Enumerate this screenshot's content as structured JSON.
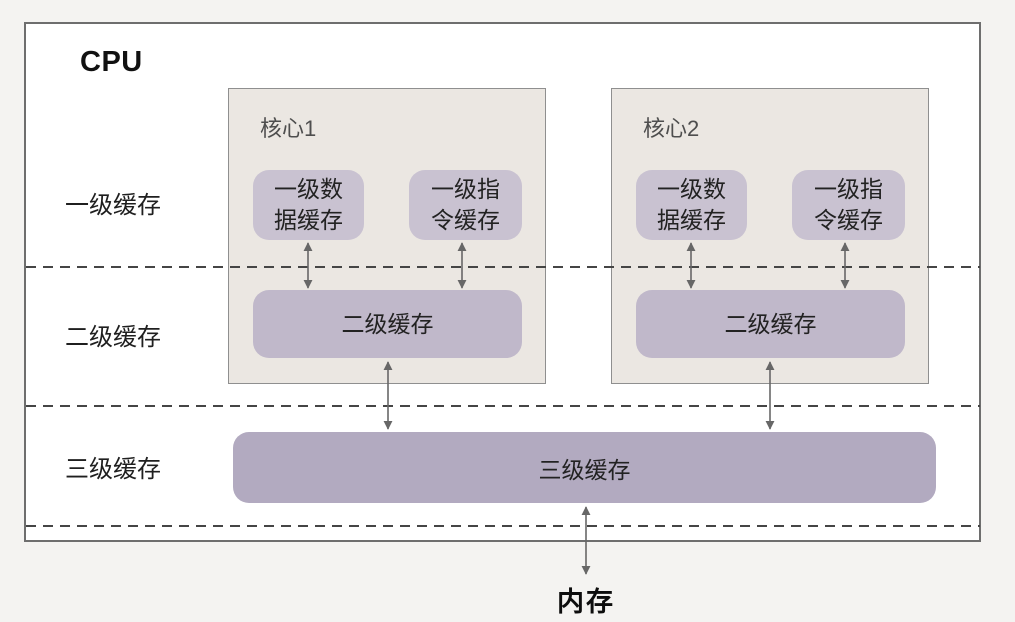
{
  "diagram": {
    "cpu_label": "CPU",
    "row_labels": {
      "l1": "一级缓存",
      "l2": "二级缓存",
      "l3": "三级缓存"
    },
    "cores": [
      {
        "name": "核心1",
        "l1_data": "一级数据缓存",
        "l1_instr": "一级指令缓存",
        "l2": "二级缓存"
      },
      {
        "name": "核心2",
        "l1_data": "一级数据缓存",
        "l1_instr": "一级指令缓存",
        "l2": "二级缓存"
      }
    ],
    "l3_label": "三级缓存",
    "memory_label": "内存",
    "colors": {
      "page_background": "#f4f3f1",
      "cpu_box_background": "#ffffff",
      "cpu_box_border": "#6e6e6e",
      "core_background": "#ebe7e2",
      "core_border": "#8f8f8f",
      "l1_cache_fill": "#c9c2d1",
      "l2_cache_fill": "#c0b8ca",
      "l3_cache_fill": "#b2aac0",
      "arrow": "#676767",
      "dashed_line": "#454545",
      "text": "#1f1f1f"
    }
  }
}
